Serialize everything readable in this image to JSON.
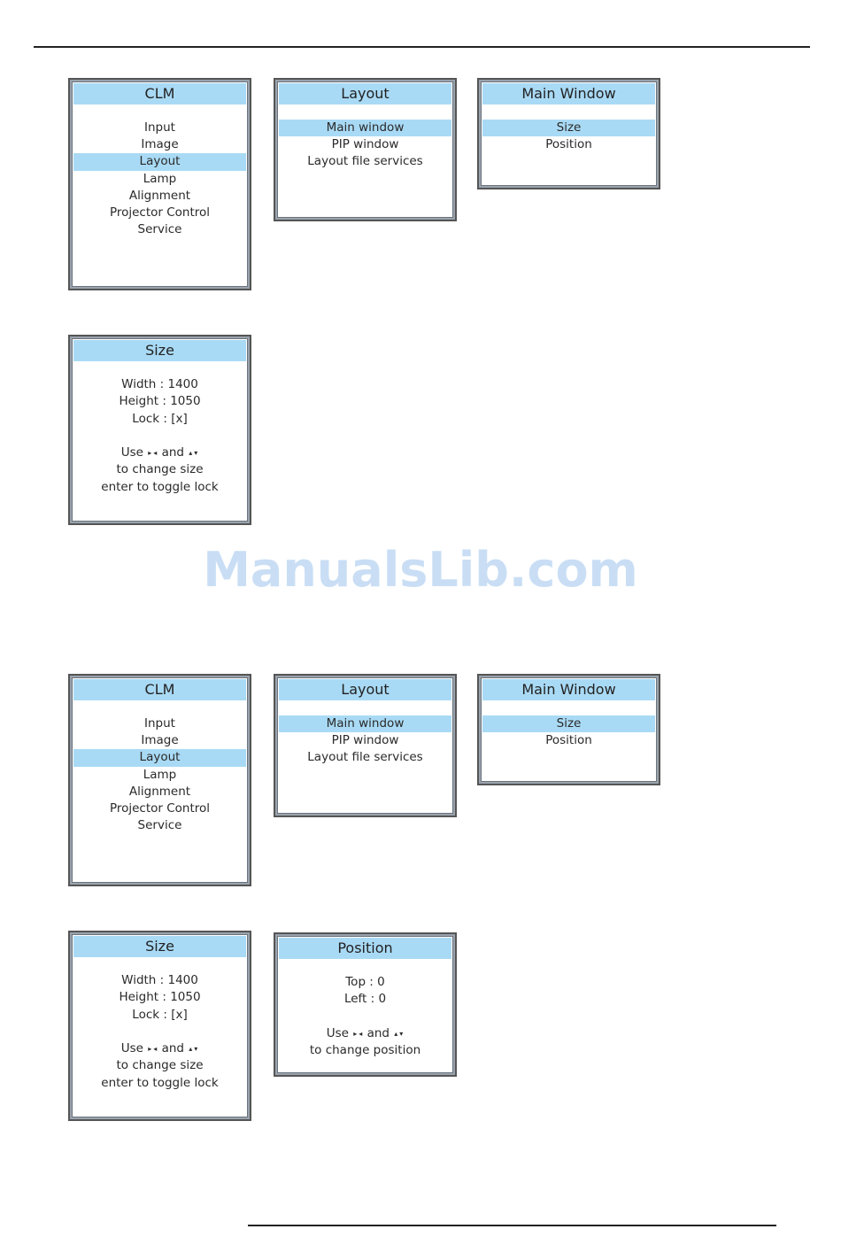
{
  "watermark": "ManualsLib.com",
  "sections": [
    {
      "clm": {
        "title": "CLM",
        "items": [
          "Input",
          "Image",
          "Layout",
          "Lamp",
          "Alignment",
          "Projector Control",
          "Service"
        ],
        "selected": "Layout"
      },
      "layout": {
        "title": "Layout",
        "items": [
          "Main window",
          "PIP window",
          "Layout file services"
        ],
        "selected": "Main window"
      },
      "main_window": {
        "title": "Main Window",
        "items": [
          "Size",
          "Position"
        ],
        "selected": "Size"
      },
      "size": {
        "title": "Size",
        "width": "Width : 1400",
        "height": "Height : 1050",
        "lock": "Lock : [x]",
        "use_prefix": "Use",
        "and": "and",
        "line2": "to change size",
        "line3": "enter to toggle lock"
      }
    },
    {
      "clm": {
        "title": "CLM",
        "items": [
          "Input",
          "Image",
          "Layout",
          "Lamp",
          "Alignment",
          "Projector Control",
          "Service"
        ],
        "selected": "Layout"
      },
      "layout": {
        "title": "Layout",
        "items": [
          "Main window",
          "PIP window",
          "Layout file services"
        ],
        "selected": "Main window"
      },
      "main_window": {
        "title": "Main Window",
        "items": [
          "Size",
          "Position"
        ],
        "selected": "Size"
      },
      "size": {
        "title": "Size",
        "width": "Width : 1400",
        "height": "Height : 1050",
        "lock": "Lock : [x]",
        "use_prefix": "Use",
        "and": "and",
        "line2": "to change size",
        "line3": "enter to toggle lock"
      },
      "position": {
        "title": "Position",
        "top": "Top : 0",
        "left": "Left : 0",
        "use_prefix": "Use",
        "and": "and",
        "line2": "to change position"
      }
    }
  ],
  "icons": {
    "right": "▸",
    "left": "◂",
    "up": "▴",
    "down": "▾"
  }
}
